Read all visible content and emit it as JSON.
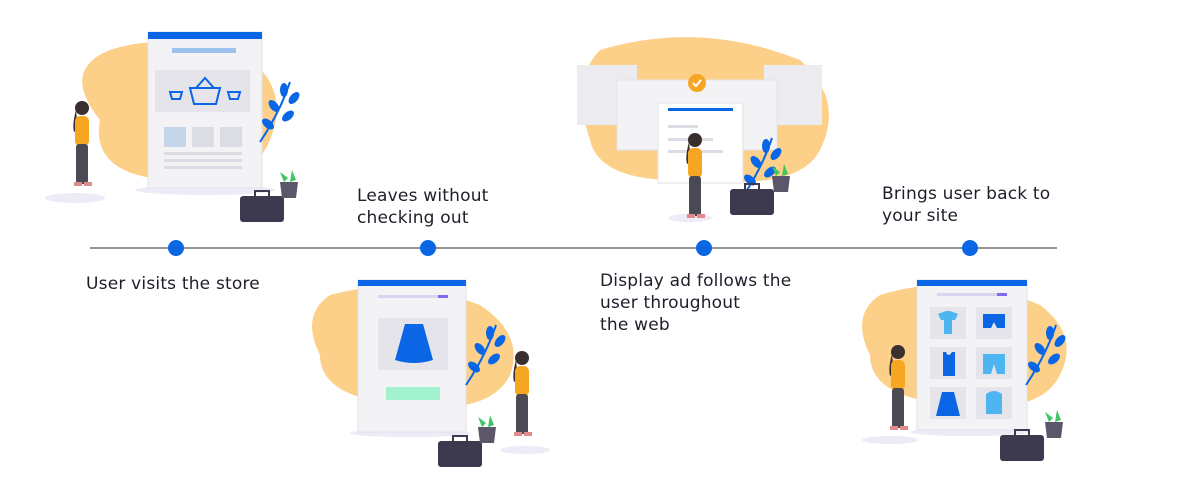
{
  "steps": [
    {
      "lines": [
        "User visits the store"
      ]
    },
    {
      "lines": [
        "Leaves without",
        "checking out"
      ]
    },
    {
      "lines": [
        "Display ad follows the",
        "user throughout",
        "the web"
      ]
    },
    {
      "lines": [
        "Brings user back to",
        "your site"
      ]
    }
  ],
  "colors": {
    "accent": "#0a66e4",
    "blob": "#fdd08a",
    "timeline": "#555555",
    "text": "#1e1e2a"
  }
}
